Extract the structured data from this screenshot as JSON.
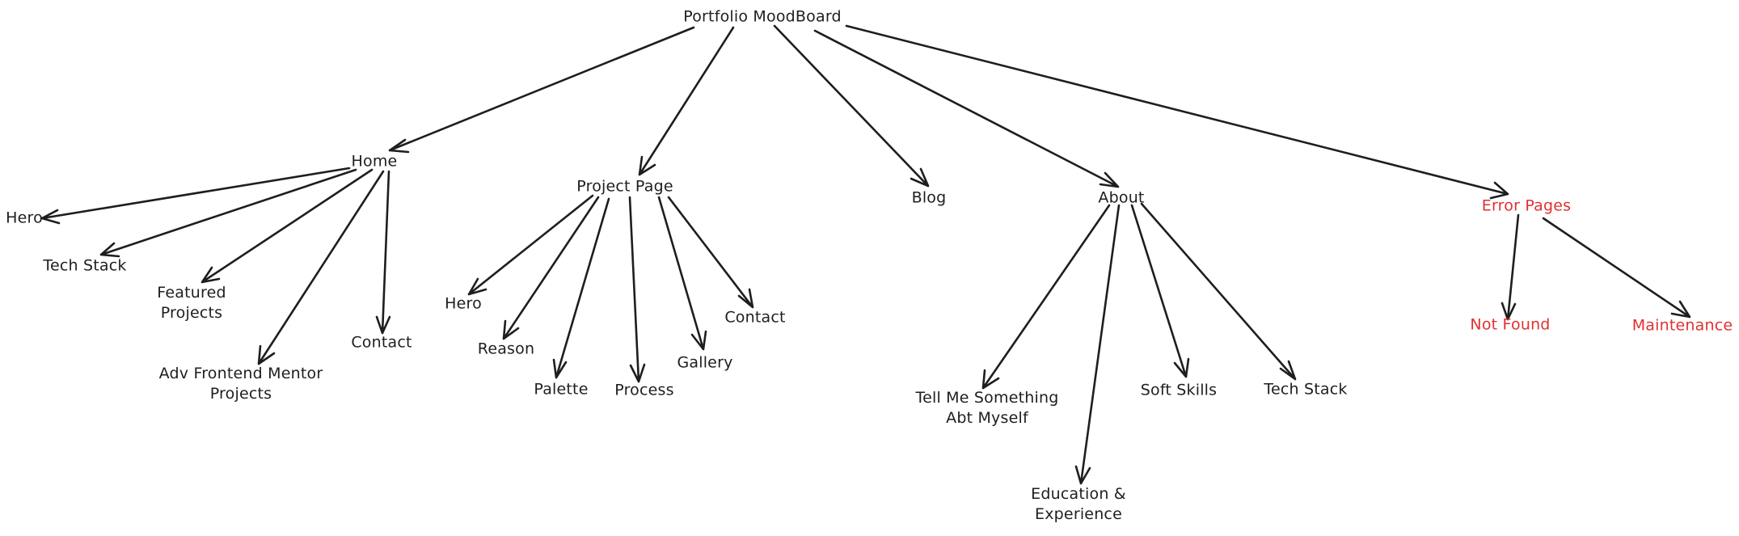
{
  "diagram": {
    "nodes": {
      "root": {
        "text": "Portfolio MoodBoard"
      },
      "home": {
        "text": "Home"
      },
      "project_page": {
        "text": "Project Page"
      },
      "blog": {
        "text": "Blog"
      },
      "about": {
        "text": "About"
      },
      "error_pages": {
        "text": "Error Pages"
      },
      "home_hero": {
        "text": "Hero"
      },
      "home_tech_stack": {
        "text": "Tech Stack"
      },
      "home_featured_projects": {
        "line1": "Featured",
        "line2": "Projects"
      },
      "home_adv_frontend": {
        "line1": "Adv Frontend Mentor",
        "line2": "Projects"
      },
      "home_contact": {
        "text": "Contact"
      },
      "project_hero": {
        "text": "Hero"
      },
      "project_reason": {
        "text": "Reason"
      },
      "project_palette": {
        "text": "Palette"
      },
      "project_process": {
        "text": "Process"
      },
      "project_gallery": {
        "text": "Gallery"
      },
      "project_contact": {
        "text": "Contact"
      },
      "about_tell_me": {
        "line1": "Tell Me Something",
        "line2": "Abt Myself"
      },
      "about_education": {
        "line1": "Education &",
        "line2": "Experience"
      },
      "about_soft_skills": {
        "text": "Soft Skills"
      },
      "about_tech_stack": {
        "text": "Tech Stack"
      },
      "error_not_found": {
        "text": "Not Found"
      },
      "error_maintenance": {
        "text": "Maintenance"
      }
    },
    "edges": [
      {
        "from": "root",
        "to": "home"
      },
      {
        "from": "root",
        "to": "project_page"
      },
      {
        "from": "root",
        "to": "blog"
      },
      {
        "from": "root",
        "to": "about"
      },
      {
        "from": "root",
        "to": "error_pages"
      },
      {
        "from": "home",
        "to": "home_hero"
      },
      {
        "from": "home",
        "to": "home_tech_stack"
      },
      {
        "from": "home",
        "to": "home_featured_projects"
      },
      {
        "from": "home",
        "to": "home_adv_frontend"
      },
      {
        "from": "home",
        "to": "home_contact"
      },
      {
        "from": "project_page",
        "to": "project_hero"
      },
      {
        "from": "project_page",
        "to": "project_reason"
      },
      {
        "from": "project_page",
        "to": "project_palette"
      },
      {
        "from": "project_page",
        "to": "project_process"
      },
      {
        "from": "project_page",
        "to": "project_gallery"
      },
      {
        "from": "project_page",
        "to": "project_contact"
      },
      {
        "from": "about",
        "to": "about_tell_me"
      },
      {
        "from": "about",
        "to": "about_education"
      },
      {
        "from": "about",
        "to": "about_soft_skills"
      },
      {
        "from": "about",
        "to": "about_tech_stack"
      },
      {
        "from": "error_pages",
        "to": "error_not_found"
      },
      {
        "from": "error_pages",
        "to": "error_maintenance"
      }
    ]
  },
  "colors": {
    "stroke": "#1e1e1e",
    "text": "#1e1e1e",
    "highlight": "#e03131",
    "background": "#ffffff"
  }
}
